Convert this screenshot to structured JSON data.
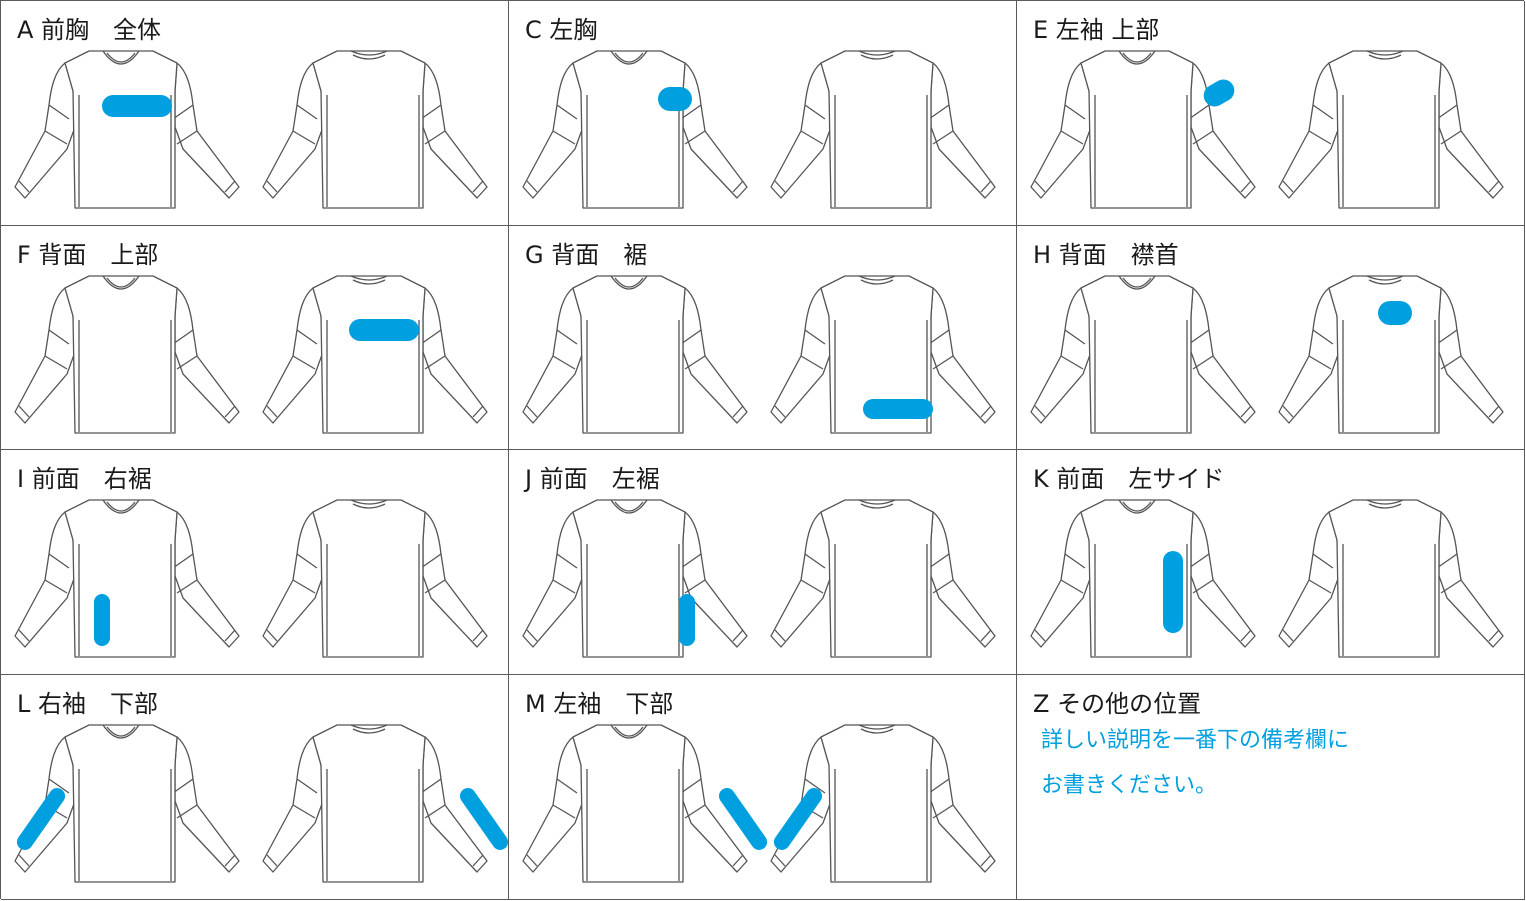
{
  "colors": {
    "marker": "#00a0e0",
    "outline": "#555555",
    "grid": "#5a5a5a",
    "text": "#1a1a1a"
  },
  "cells": [
    {
      "label": "A 前胸　全体",
      "markers": [
        {
          "side": "front",
          "region": "chest-full"
        }
      ]
    },
    {
      "label": "C 左胸",
      "markers": [
        {
          "side": "front",
          "region": "left-chest"
        }
      ]
    },
    {
      "label": "E 左袖 上部",
      "markers": [
        {
          "side": "front",
          "region": "left-sleeve-upper"
        }
      ]
    },
    {
      "label": "F 背面　上部",
      "markers": [
        {
          "side": "back",
          "region": "back-upper"
        }
      ]
    },
    {
      "label": "G 背面　裾",
      "markers": [
        {
          "side": "back",
          "region": "back-hem"
        }
      ]
    },
    {
      "label": "H 背面　襟首",
      "markers": [
        {
          "side": "back",
          "region": "back-neck"
        }
      ]
    },
    {
      "label": "I 前面　右裾",
      "markers": [
        {
          "side": "front",
          "region": "right-hem"
        }
      ]
    },
    {
      "label": "J 前面　左裾",
      "markers": [
        {
          "side": "front",
          "region": "left-hem"
        }
      ]
    },
    {
      "label": "K 前面　左サイド",
      "markers": [
        {
          "side": "front",
          "region": "left-side"
        }
      ]
    },
    {
      "label": "L 右袖　下部",
      "markers": [
        {
          "side": "front",
          "region": "right-sleeve-lower"
        },
        {
          "side": "back",
          "region": "back-left-sleeve-lower"
        }
      ]
    },
    {
      "label": "M 左袖　下部",
      "markers": [
        {
          "side": "front",
          "region": "left-sleeve-lower"
        },
        {
          "side": "back",
          "region": "back-right-sleeve-lower"
        }
      ]
    }
  ],
  "other": {
    "label": "Z その他の位置",
    "note_line1": "詳しい説明を一番下の備考欄に",
    "note_line2": "お書きください。"
  }
}
